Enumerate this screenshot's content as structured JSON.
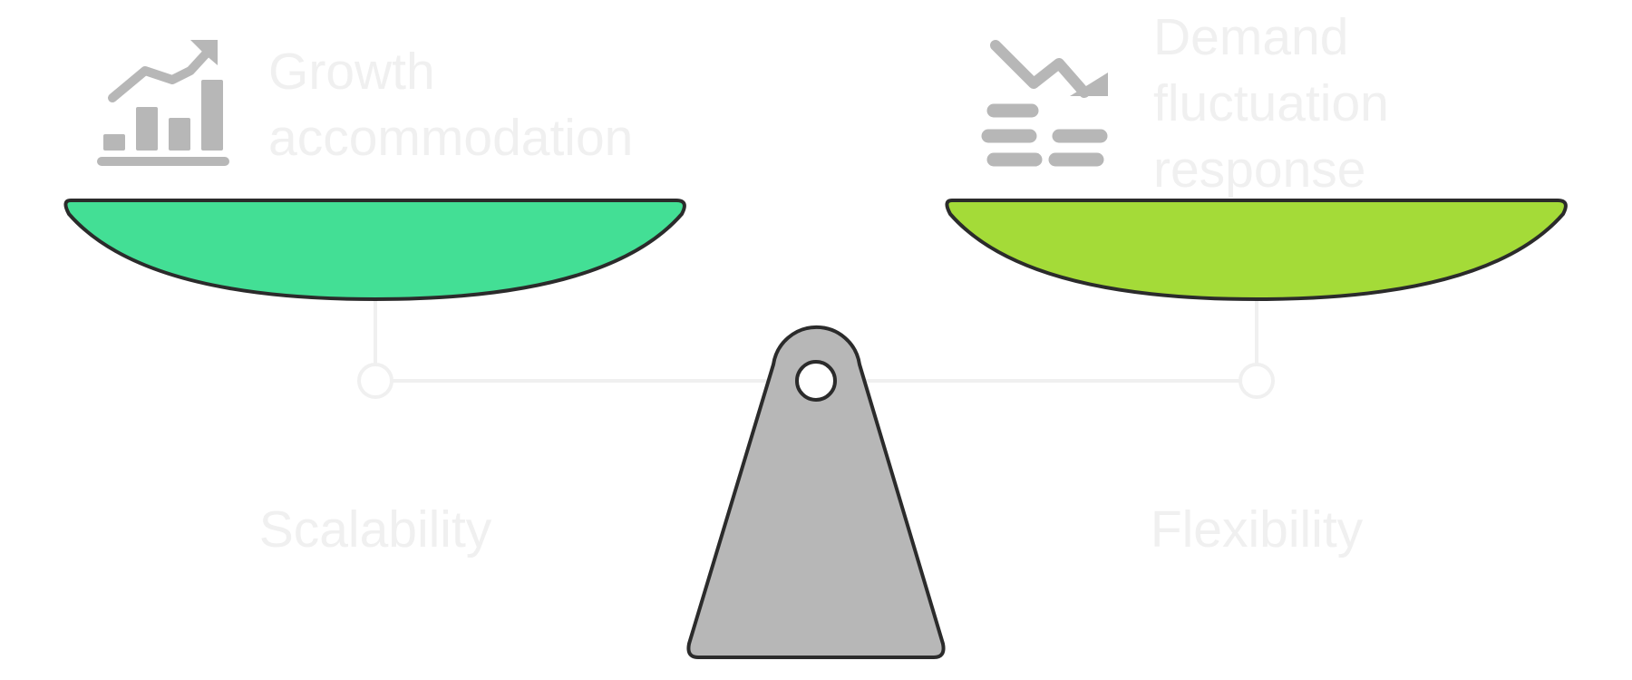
{
  "left_side": {
    "label": "Scalability",
    "description": "Growth\naccommodation",
    "icon": "growth-chart-icon",
    "pan_color": "#43df95"
  },
  "right_side": {
    "label": "Flexibility",
    "description": "Demand\nfluctuation\nresponse",
    "icon": "demand-fluctuation-icon",
    "pan_color": "#a4db38"
  },
  "colors": {
    "outline": "#2b2b2b",
    "icon_gray": "#b7b7b7",
    "fulcrum_gray": "#b7b7b7",
    "beam": "#f0f0f0",
    "faded_text": "#f0f0f0"
  }
}
